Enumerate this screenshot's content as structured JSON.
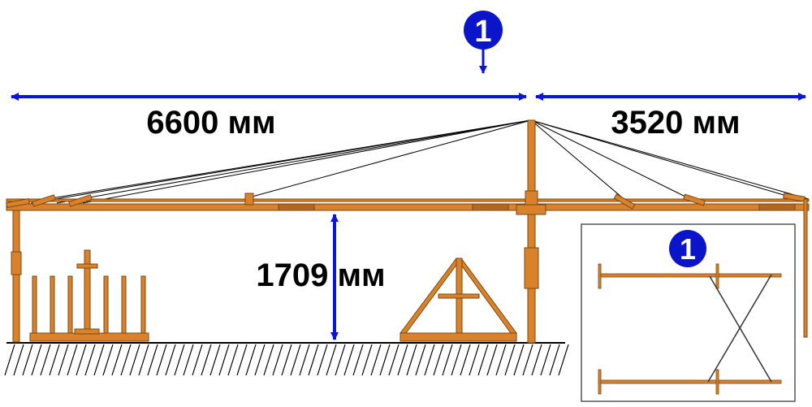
{
  "dimensions": {
    "span_left": "6600 мм",
    "span_right": "3520 мм",
    "height": "1709 мм"
  },
  "callouts": {
    "marker_top": "1",
    "marker_detail": "1"
  },
  "colors": {
    "dimension_blue": "#0a14dc",
    "timber_fill": "#d9822b",
    "timber_stroke": "#7a4a12",
    "badge_fill": "#0a14c8"
  }
}
